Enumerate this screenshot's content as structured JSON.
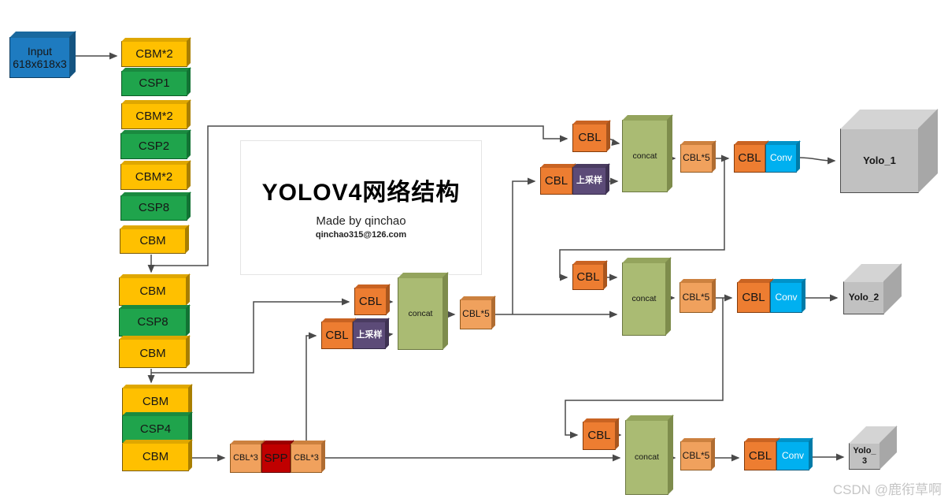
{
  "title": {
    "heading": "YOLOV4网络结构",
    "subtitle": "Made by qinchao",
    "email": "qinchao315@126.com"
  },
  "watermark": "CSDN @鹿衔草啊",
  "input": {
    "line1": "Input",
    "line2": "618x618x3"
  },
  "backbone": {
    "stack1": [
      "CBM*2",
      "CSP1",
      "CBM*2",
      "CSP2",
      "CBM*2",
      "CSP8",
      "CBM"
    ],
    "stack2": [
      "CBM",
      "CSP8",
      "CBM"
    ],
    "stack3": [
      "CBM",
      "CSP4",
      "CBM"
    ]
  },
  "spp_block": [
    "CBL*3",
    "SPP",
    "CBL*3"
  ],
  "labels": {
    "cbl": "CBL",
    "cbl5": "CBL*5",
    "upsample": "上采样",
    "concat": "concat",
    "conv": "Conv"
  },
  "outputs": {
    "yolo1": "Yolo_1",
    "yolo2": "Yolo_2",
    "yolo3_line1": "Yolo_",
    "yolo3_line2": "3"
  },
  "colors": {
    "cbm": "#FFC000",
    "csp": "#1FA44C",
    "cbl": "#ED7D31",
    "cbl_multi": "#F0A15D",
    "spp": "#C00000",
    "upsample": "#5C4B78",
    "concat": "#AABB73",
    "conv": "#00B0F0",
    "input": "#1E7BC0",
    "yolo": "#C1C1C1",
    "wire": "#4A4A4A"
  }
}
